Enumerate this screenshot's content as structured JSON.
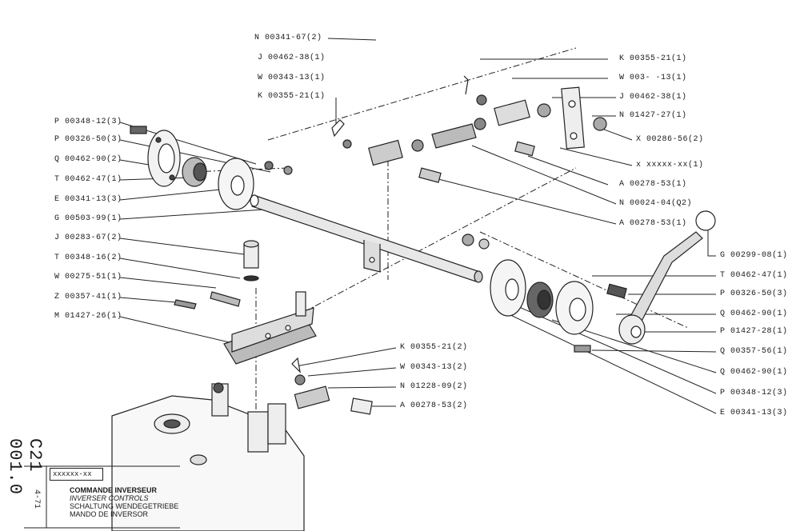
{
  "sheet": {
    "number": "C21 001.0",
    "date": "4-71",
    "ref": "xxxxxx-xx"
  },
  "titles": {
    "fr": "COMMANDE INVERSEUR",
    "en": "INVERSER CONTROLS",
    "de": "SCHALTUNG WENDEGETRIEBE",
    "es": "MANDO DE INVERSOR"
  },
  "labels_left": [
    "N 00341-67(2)",
    "J 00462-38(1)",
    "W 00343-13(1)",
    "K 00355-21(1)",
    "P 00348-12(3)",
    "P 00326-50(3)",
    "Q 00462-90(2)",
    "T 00462-47(1)",
    "E 00341-13(3)",
    "G 00503-99(1)",
    "J 00283-67(2)",
    "T 00348-16(2)",
    "W 00275-51(1)",
    "Z 00357-41(1)",
    "M 01427-26(1)"
  ],
  "labels_right": [
    "K 00355-21(1)",
    "W 003-  -13(1)",
    "J 00462-38(1)",
    "N 01427-27(1)",
    "X 00286-56(2)",
    "x xxxxx-xx(1)",
    "A 00278-53(1)",
    "N 00024-04(Q2)",
    "A 00278-53(1)",
    "G 00299-08(1)",
    "T 00462-47(1)",
    "P 00326-50(3)",
    "Q 00462-90(1)",
    "P 01427-28(1)",
    "Q 00357-56(1)",
    "Q 00462-90(1)",
    "P 00348-12(3)",
    "E 00341-13(3)"
  ],
  "labels_bottom": [
    "K 00355-21(2)",
    "W 00343-13(2)",
    "N 01228-09(2)",
    "A 00278-53(2)"
  ]
}
